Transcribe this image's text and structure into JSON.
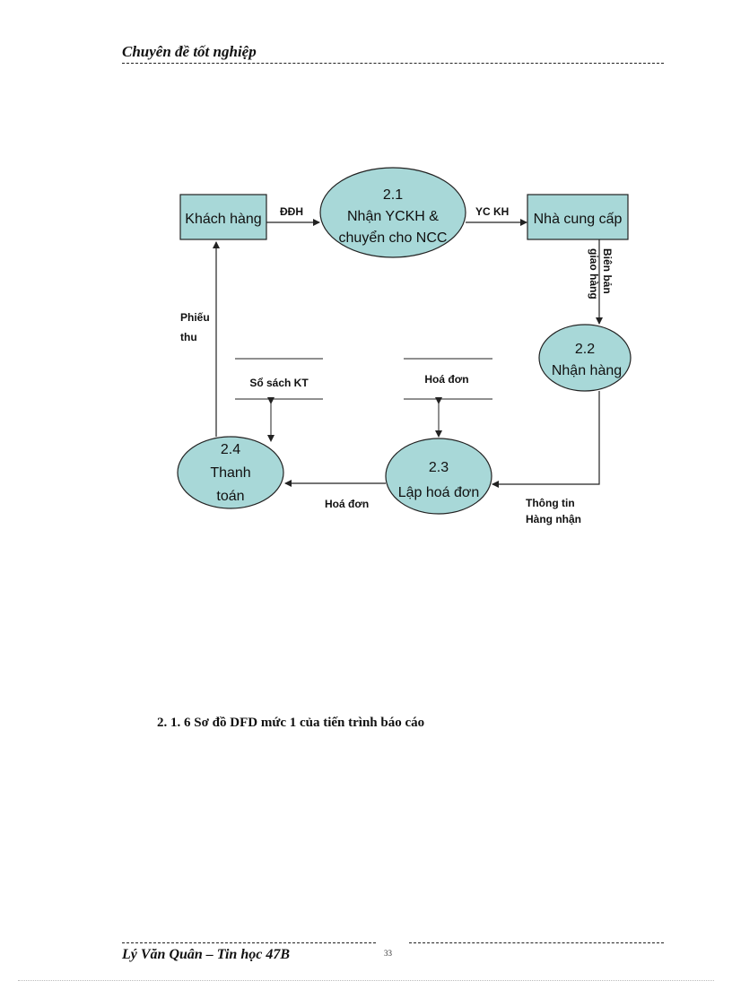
{
  "header": {
    "title": "Chuyên đề tốt nghiệp"
  },
  "diagram": {
    "entities": {
      "customer": "Khách hàng",
      "supplier": "Nhà cung cấp"
    },
    "processes": {
      "p21": {
        "id": "2.1",
        "line1": "Nhận YCKH &",
        "line2": "chuyển cho NCC"
      },
      "p22": {
        "id": "2.2",
        "line1": "Nhận hàng"
      },
      "p23": {
        "id": "2.3",
        "line1": "Lập hoá đơn"
      },
      "p24": {
        "id": "2.4",
        "line1": "Thanh",
        "line2": "toán"
      }
    },
    "stores": {
      "accounting": "Sổ sách KT",
      "invoice": "Hoá đơn"
    },
    "flows": {
      "ddh": "ĐĐH",
      "yckh": "YC KH",
      "delivery_1": "Biên bản",
      "delivery_2": "giao hàng",
      "received_1": "Thông tin",
      "received_2": "Hàng nhận",
      "invoice": "Hoá đơn",
      "receipt_1": "Phiếu",
      "receipt_2": "thu"
    }
  },
  "section": {
    "heading": "2. 1. 6  Sơ đồ DFD mức 1 của tiến trình báo cáo"
  },
  "footer": {
    "author": "Lý Văn Quân – Tin học 47B",
    "page": "33"
  },
  "colors": {
    "shape_fill": "#a8d8d8",
    "stroke": "#222222"
  }
}
